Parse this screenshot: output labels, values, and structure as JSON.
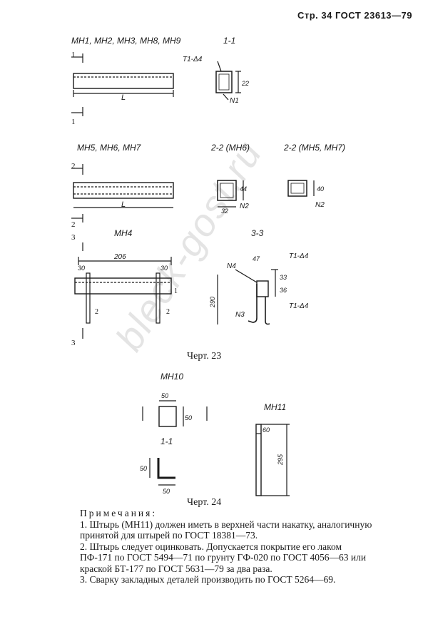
{
  "header": "Стр. 34 ГОСТ 23613—79",
  "fig23": {
    "mn1_title": "МН1, МН2, МН3, МН8, МН9",
    "sec11": "1-1",
    "mn5_title": "МН5, МН6, МН7",
    "sec22a": "2-2 (МН6)",
    "sec22b": "2-2 (МН5, МН7)",
    "mn4_title": "МН4",
    "sec33": "3-3",
    "label_L": "L",
    "t1": "Т1-Δ4",
    "n1": "N1",
    "n2": "N2",
    "n3": "N3",
    "n4": "N4",
    "d206": "206",
    "d30": "30",
    "d290": "290",
    "d47": "47",
    "d32": "32",
    "d44": "44",
    "d40": "40",
    "d22": "22",
    "d33": "33",
    "d36": "36",
    "one": "1",
    "two": "2",
    "three": "3",
    "caption": "Черт. 23"
  },
  "fig24": {
    "mn10_title": "МН10",
    "mn11_title": "МН11",
    "sec11": "1-1",
    "d50": "50",
    "d60": "60",
    "d295": "295",
    "caption": "Черт. 24"
  },
  "notes": {
    "title": "Примечания:",
    "n1": "1. Штырь (МН11) должен иметь в верхней части накатку, аналогичную принятой для штырей по ГОСТ 18381—73.",
    "n2": "2. Штырь следует оцинковать. Допускается покрытие его лаком ПФ-171 по ГОСТ 5494—71 по грунту ГФ-020 по ГОСТ 4056—63 или краской БТ-177 по ГОСТ 5631—79 за два раза.",
    "n3": "3. Сварку закладных деталей производить по ГОСТ 5264—69."
  },
  "watermark": "bleck-gost.ru"
}
